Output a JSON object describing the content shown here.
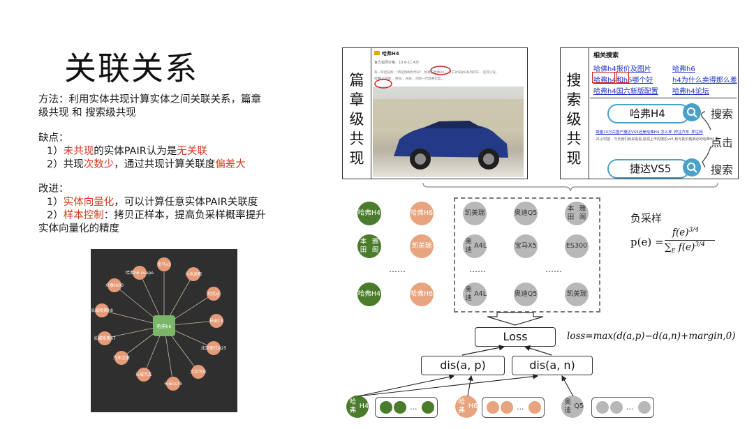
{
  "title": "关联关系",
  "method": {
    "line1": "方法：利用实体共现计算实体之间关联关系，篇章",
    "line2": "级共现 和 搜索级共现"
  },
  "cons": {
    "heading": "缺点：",
    "item1_num": "1）",
    "item1_red1": "未共现",
    "item1_mid": "的实体PAIR认为是",
    "item1_red2": "无关联",
    "item2_num": "2）共现",
    "item2_red1": "次数少",
    "item2_mid": "，通过共现计算关联度",
    "item2_red2": "偏差大"
  },
  "improve": {
    "heading": "改进：",
    "item1_num": "1）",
    "item1_red": "实体向量化",
    "item1_rest": "，可以计算任意实体PAIR关联度",
    "item2_num": "2）",
    "item2_red": "样本控制",
    "item2_rest": "：拷贝正样本，提高负采样概率提升",
    "item2_line2": "实体向量化的精度"
  },
  "graph": {
    "center": "哈弗h6",
    "nodes": [
      "宝马x3",
      "大众途观",
      "别克gl",
      "长安CS",
      "北京现代ix25",
      "大众汽车",
      "长安cs75",
      "长城汽车",
      "汽车之家",
      "长城哈弗h7",
      "长城哈弗h8",
      "众泰t600",
      "哈弗h6 coupe"
    ]
  },
  "doc_panel": {
    "label": "篇章级共现",
    "article_title": "哈弗H4",
    "price_line": "官方指导价格：10.6-11.4万",
    "snippet1": "有一句话说到：\"所见所闻为代码\"，如果说哈弗H4... 对于对驾驶H系列的车... 还可以说，",
    "snippet2": "哈弗H6基础... 更加... 升级... 的新一代哈弗车型。"
  },
  "search_panel": {
    "label": "搜索级共现",
    "related_heading": "相关搜索",
    "links": [
      "哈佛h4报价及图片",
      "哈弗h6",
      "哈弗h4和h6哪个好",
      "h4为什么卖得那么差",
      "哈弗h4国六新版配置",
      "哈弗h4论坛"
    ],
    "query1": "哈弗H4",
    "query2": "捷达VS5",
    "result_line1": "销量10万买国产捷达VS5还是哈弗H4 怎么样_押注汽车_押注网",
    "result_line2": "21小时前 - 今天我们就来看看,恩润上市的捷达vs5 和与其价格相近的哈弗H4 我",
    "action_search1": "搜索",
    "action_click": "点击",
    "action_search2": "搜索"
  },
  "embedding": {
    "pos_anchor": [
      {
        "line1": "哈弗",
        "line2": "H4"
      },
      {
        "line1": "本田",
        "line2": "雅阁"
      },
      {
        "line1": "哈弗",
        "line2": "H4"
      }
    ],
    "pos_match": [
      {
        "line1": "哈弗",
        "line2": "H6"
      },
      {
        "line1": "凯美",
        "line2": "瑞"
      },
      {
        "line1": "哈弗",
        "line2": "H6"
      }
    ],
    "negatives": [
      [
        {
          "line1": "凯美",
          "line2": "瑞"
        },
        {
          "line1": "奥迪",
          "line2": "Q5"
        },
        {
          "line1": "本田",
          "line2": "雅阁"
        }
      ],
      [
        {
          "line1": "奥迪",
          "line2": "A4L"
        },
        {
          "line1": "宝马",
          "line2": "X5"
        },
        {
          "line1": "ES300",
          "line2": ""
        }
      ],
      [
        {
          "line1": "奥迪",
          "line2": "A4L"
        },
        {
          "line1": "奥迪",
          "line2": "Q5"
        },
        {
          "line1": "凯美",
          "line2": "瑞"
        }
      ]
    ],
    "ellipsis": "……"
  },
  "neg_sampling": {
    "label": "负采样",
    "lhs": "p(e) =",
    "numerator": "f(e)",
    "num_exp": "3/4",
    "denominator": "∑",
    "den_sub": "E",
    "den_rest": "f(e)",
    "den_exp": "3/4"
  },
  "loss": {
    "label": "Loss",
    "formula": "loss=max(d(a,p)−d(a,n)+margin,0)",
    "dis_ap": "dis(a, p)",
    "dis_an": "dis(a, n)"
  },
  "vectors": {
    "a": {
      "line1": "哈弗",
      "line2": "H4"
    },
    "p": {
      "line1": "哈弗",
      "line2": "H6"
    },
    "n": {
      "line1": "奥迪",
      "line2": "Q5"
    },
    "dots": "..."
  },
  "colors": {
    "green": "#4a7c2c",
    "orange": "#e8a47f",
    "gray": "#b8b8b8",
    "red": "#d43a1e",
    "link_blue": "#1f33c6",
    "search_blue": "#4aa0c9"
  }
}
